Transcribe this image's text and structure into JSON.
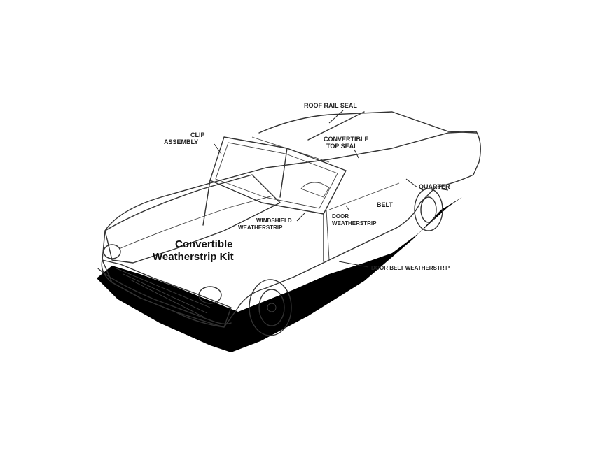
{
  "diagram": {
    "title_line1": "Convertible",
    "title_line2": "Weatherstrip Kit",
    "callouts": {
      "top_front": "ROOF RAIL SEAL",
      "left_a_pillar_1": "CLIP",
      "left_a_pillar_2": "ASSEMBLY",
      "rear_deck_1": "CONVERTIBLE",
      "rear_deck_2": "TOP SEAL",
      "right_rear_1": "QUARTER",
      "right_rear_2": "BELT",
      "windshield_1": "WINDSHIELD",
      "windshield_2": "WEATHERSTRIP",
      "door_1": "DOOR",
      "door_2": "WEATHERSTRIP",
      "rocker": "DOOR BELT WEATHERSTRIP"
    }
  }
}
